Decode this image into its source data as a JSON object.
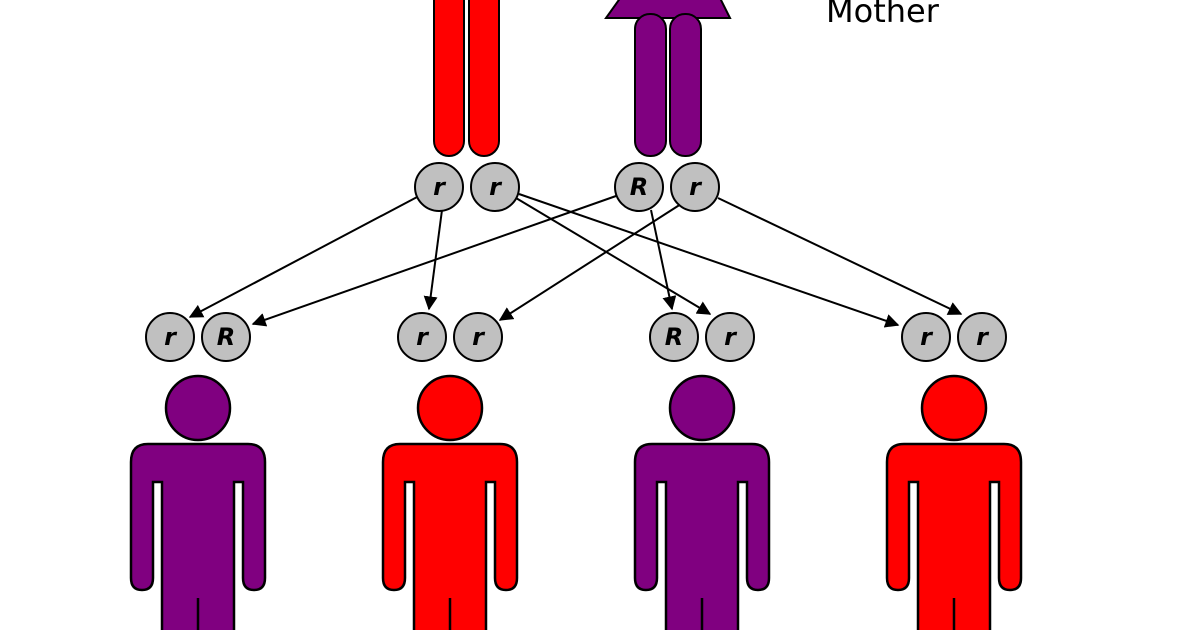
{
  "colors": {
    "recessive": "#ff0000",
    "dominant": "#800080",
    "allele_fill": "#c0c0c0",
    "outline": "#000000",
    "arrow": "#000000"
  },
  "parents": [
    {
      "role": "father",
      "label": "",
      "color": "#ff0000",
      "alleles": [
        "r",
        "r"
      ]
    },
    {
      "role": "mother",
      "label": "Mother",
      "color": "#800080",
      "alleles": [
        "R",
        "r"
      ]
    }
  ],
  "children": [
    {
      "alleles": [
        "r",
        "R"
      ],
      "color": "#800080"
    },
    {
      "alleles": [
        "r",
        "r"
      ],
      "color": "#ff0000"
    },
    {
      "alleles": [
        "R",
        "r"
      ],
      "color": "#800080"
    },
    {
      "alleles": [
        "r",
        "r"
      ],
      "color": "#ff0000"
    }
  ],
  "icons": {
    "parent": "person-legs-icon",
    "child": "person-icon",
    "allele": "allele-circle"
  }
}
